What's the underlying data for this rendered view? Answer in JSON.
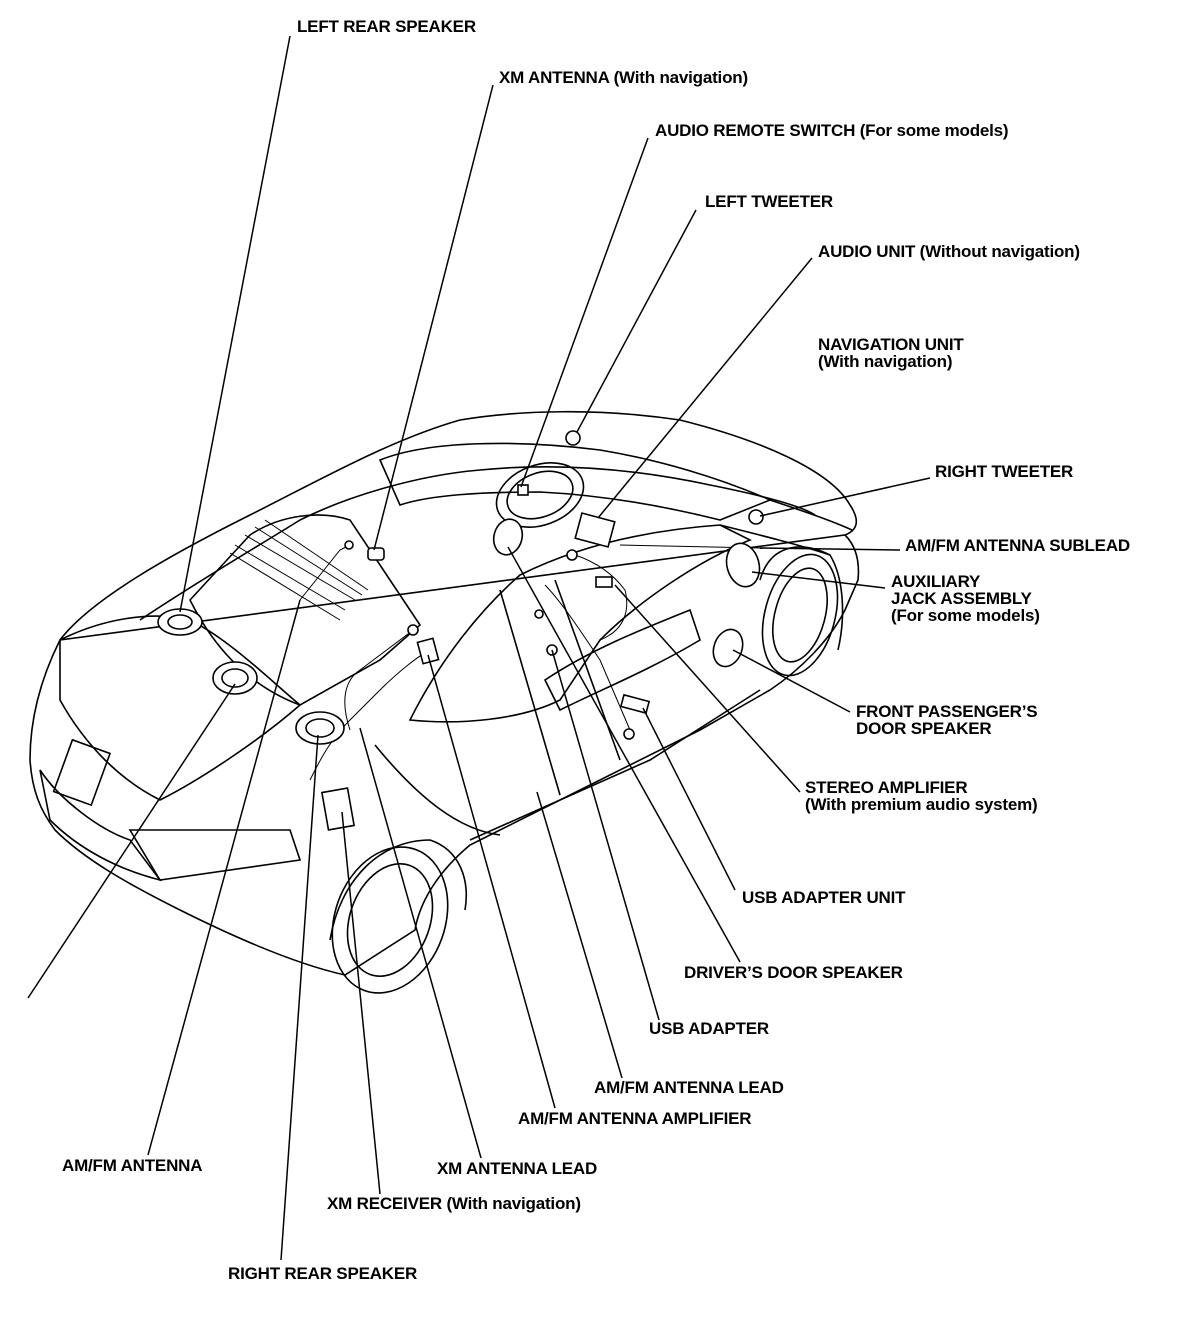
{
  "labels": {
    "left_rear_speaker": "LEFT REAR SPEAKER",
    "xm_antenna": "XM ANTENNA (With navigation)",
    "audio_remote_switch": "AUDIO REMOTE SWITCH (For some models)",
    "left_tweeter": "LEFT TWEETER",
    "audio_unit": "AUDIO UNIT (Without navigation)",
    "navigation_unit": [
      "NAVIGATION UNIT",
      "(With navigation)"
    ],
    "right_tweeter": "RIGHT TWEETER",
    "amfm_antenna_sublead": "AM/FM ANTENNA SUBLEAD",
    "auxiliary_jack": [
      "AUXILIARY",
      "JACK ASSEMBLY",
      "(For some models)"
    ],
    "front_passenger_door_speaker": [
      "FRONT PASSENGER’S",
      "DOOR SPEAKER"
    ],
    "stereo_amplifier": [
      "STEREO AMPLIFIER",
      "(With premium audio system)"
    ],
    "usb_adapter_unit": "USB ADAPTER UNIT",
    "drivers_door_speaker": "DRIVER’S DOOR SPEAKER",
    "usb_adapter": "USB ADAPTER",
    "amfm_antenna_lead": "AM/FM ANTENNA LEAD",
    "amfm_antenna_amplifier": "AM/FM ANTENNA AMPLIFIER",
    "amfm_antenna": "AM/FM ANTENNA",
    "xm_antenna_lead": "XM ANTENNA LEAD",
    "xm_receiver": "XM RECEIVER (With navigation)",
    "right_rear_speaker": "RIGHT REAR SPEAKER"
  }
}
